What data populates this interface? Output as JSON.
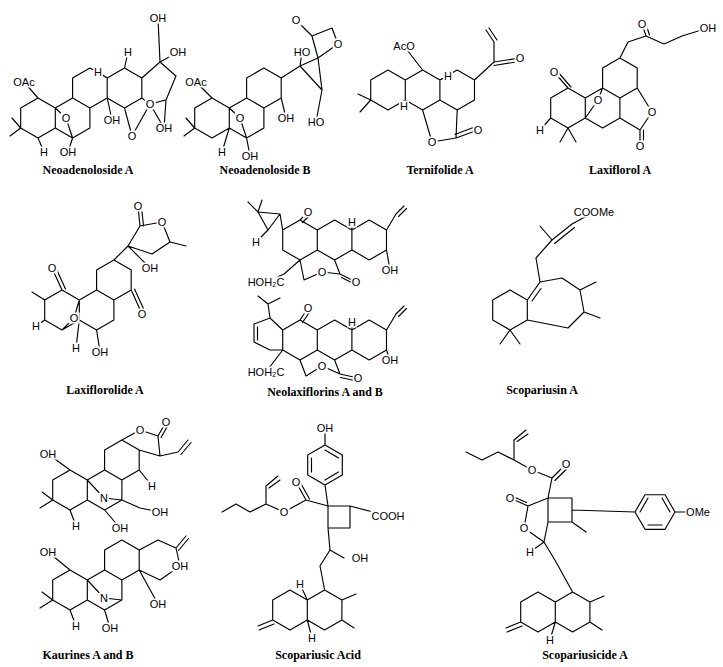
{
  "diagram": {
    "labels": [
      "Neoadenoloside A",
      "OAc",
      "H",
      "O",
      "H",
      "OH",
      "OH",
      "H",
      "OH",
      "OH",
      "O",
      "O",
      "OH",
      "Neoadenoloside B",
      "OAc",
      "O",
      "H",
      "OH",
      "OH",
      "O",
      "HO",
      "O",
      "HO",
      "Ternifolide A",
      "AcO",
      "H",
      "H",
      "O",
      "O",
      "O",
      "Laxiflorol A",
      "O",
      "O",
      "H",
      "O",
      "O",
      "O",
      "OH",
      "Laxiflorolide A",
      "O",
      "O",
      "OH",
      "O",
      "O",
      "H",
      "O",
      "H",
      "OH",
      "Neolaxiflorins A and B",
      "H",
      "O",
      "H",
      "HOH₂C",
      "O",
      "O",
      "OH",
      "O",
      "H",
      "HOH₂C",
      "O",
      "O",
      "OH",
      "Scopariusin A",
      "COOMe",
      "Kaurines A and B",
      "O",
      "O",
      "OH",
      "H",
      "N",
      "OH",
      "H",
      "OH",
      "OH",
      "N",
      "OH",
      "OH",
      "H",
      "OH",
      "Scopariusic Acid",
      "OH",
      "O",
      "O",
      "COOH",
      "OH",
      "H",
      "H",
      "Scopariusicide A",
      "O",
      "O",
      "OMe",
      "O",
      "O",
      "H",
      "H"
    ]
  }
}
